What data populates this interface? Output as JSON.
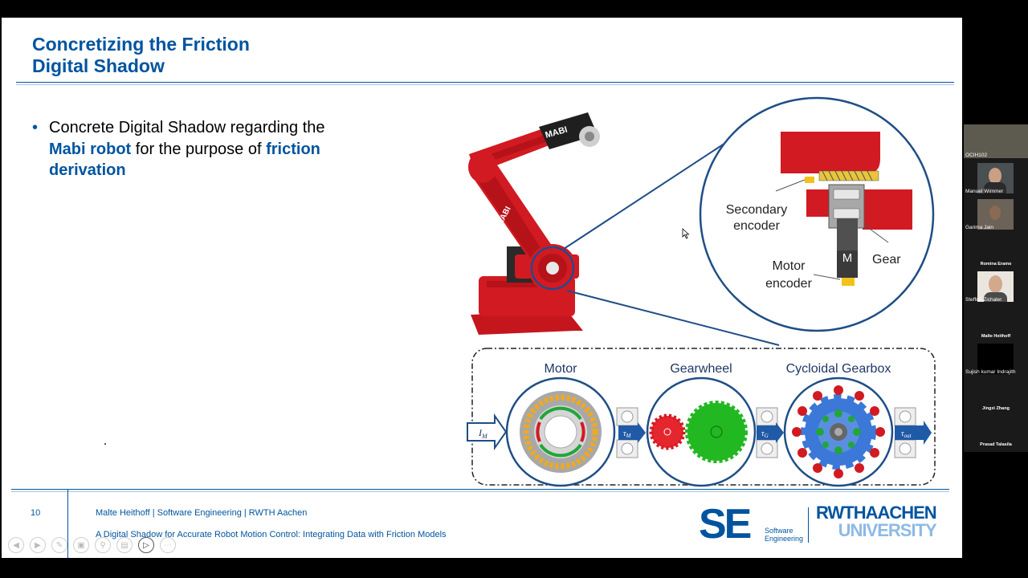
{
  "slide": {
    "title_line1": "Concretizing the Friction",
    "title_line2": "Digital Shadow",
    "bullet_marker": "•",
    "bullet_pre": "Concrete Digital Shadow regarding the ",
    "bullet_hl1": "Mabi robot",
    "bullet_mid": " for the purpose of ",
    "bullet_hl2": "friction derivation",
    "page_number": "10",
    "footer_author": "Malte Heithoff | Software Engineering  |  RWTH Aachen",
    "footer_subtitle": "A Digital Shadow for Accurate Robot Motion Control: Integrating Data with Friction Models"
  },
  "logos": {
    "se_letters": "SE",
    "se_sub1": "Software",
    "se_sub2": "Engineering",
    "rwth": "RWTHAACHEN",
    "university": "UNIVERSITY"
  },
  "diagram": {
    "robot_brand": "MABI",
    "callout_secondary_encoder": [
      "Secondary",
      "encoder"
    ],
    "callout_motor_encoder": [
      "Motor",
      "encoder"
    ],
    "callout_gear": "Gear",
    "callout_motor_letter": "M",
    "panel_motor": "Motor",
    "panel_gearwheel": "Gearwheel",
    "panel_gearbox": "Cycloidal Gearbox",
    "sym_in": "I",
    "sym_in_sub": "M",
    "sym_tau_m_sub": "M",
    "sym_tau_g_sub": "G",
    "sym_tau_out_sub": "out",
    "tau": "τ"
  },
  "participants": [
    {
      "name": "OCIH102",
      "video": true
    },
    {
      "name": "Manuel Wimmer",
      "video": true
    },
    {
      "name": "Garima Jain",
      "video": true
    },
    {
      "name": "Romina Eramo",
      "video": false
    },
    {
      "name": "Steffen Zichaler",
      "video": true
    },
    {
      "name": "Malte Heithoff",
      "video": false
    },
    {
      "name": "Sujish kumar Indrajith",
      "video": true
    },
    {
      "name": "Jingxi Zhang",
      "video": false
    },
    {
      "name": "Prasad Talasila",
      "video": false
    }
  ],
  "toolbar": [
    "previous-icon",
    "next-icon",
    "pen-icon",
    "slides-icon",
    "zoom-icon",
    "subtitles-icon",
    "camera-icon",
    "more-icon"
  ],
  "colors": {
    "accent": "#00549f",
    "accent_light": "#8ebae5",
    "robot_red": "#d11a22",
    "gear_green": "#22b822"
  }
}
